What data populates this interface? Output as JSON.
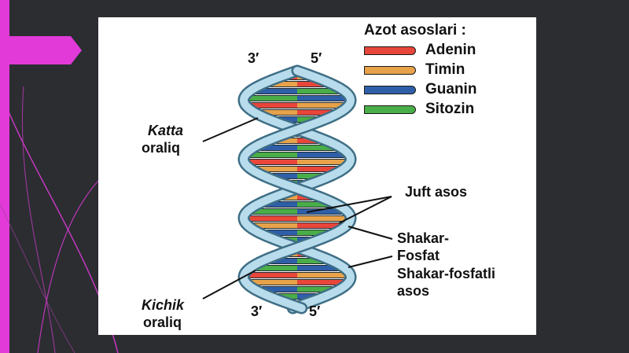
{
  "colors": {
    "background": "#2b2d31",
    "accent": "#e13ad9",
    "strand": "#b8dcec",
    "strand_edge": "#3f6f86",
    "adenine": "#e8463a",
    "thymine": "#e7a24a",
    "guanine": "#2f5fa8",
    "cytosine": "#49ae48"
  },
  "legend": {
    "title": "Azot asoslari :",
    "items": [
      {
        "label": "Adenin",
        "color": "#e8463a"
      },
      {
        "label": "Timin",
        "color": "#e7a24a"
      },
      {
        "label": "Guanin",
        "color": "#2f5fa8"
      },
      {
        "label": "Sitozin",
        "color": "#49ae48"
      }
    ]
  },
  "labels": {
    "top_left_end": "3′",
    "top_right_end": "5′",
    "bottom_left_end": "3′",
    "bottom_right_end": "5′",
    "major_groove_1": "Katta",
    "major_groove_2": "oraliq",
    "minor_groove_1": "Kichik",
    "minor_groove_2": "oraliq",
    "base_pair": "Juft asos",
    "sugar_phosphate_1": "Shakar-",
    "sugar_phosphate_2": "Fosfat",
    "sugar_phosphate_base_1": "Shakar-fosfatli",
    "sugar_phosphate_base_2": "asos"
  }
}
